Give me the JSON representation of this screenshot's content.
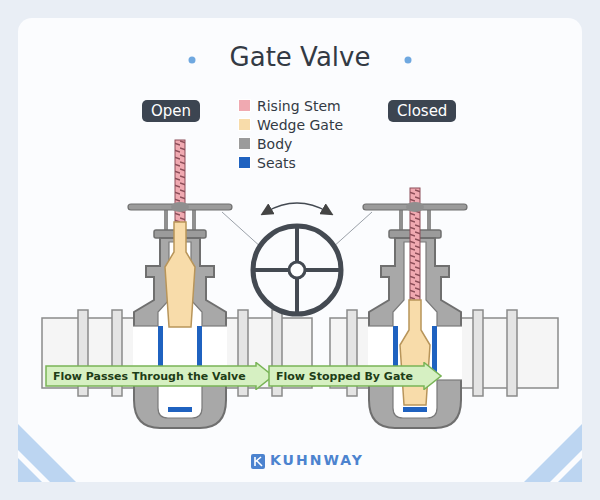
{
  "diagram": {
    "title": "Gate Valve",
    "nodes": [
      {
        "text": [
          "Open"
        ]
      },
      {
        "text": [
          "Closed"
        ]
      },
      {
        "text": [
          "Flow Passes Through the Valve"
        ]
      },
      {
        "text": [
          "Flow Stopped By Gate"
        ]
      }
    ],
    "edges": [],
    "labels": [
      "KUHNWAY"
    ],
    "legend": [
      {
        "text": "Rising Stem",
        "color": "#f0a9b1"
      },
      {
        "text": "Wedge Gate",
        "color": "#f8dcaa"
      },
      {
        "text": "Body",
        "color": "#9b9b9b"
      },
      {
        "text": "Seats",
        "color": "#1f62c0"
      }
    ]
  }
}
